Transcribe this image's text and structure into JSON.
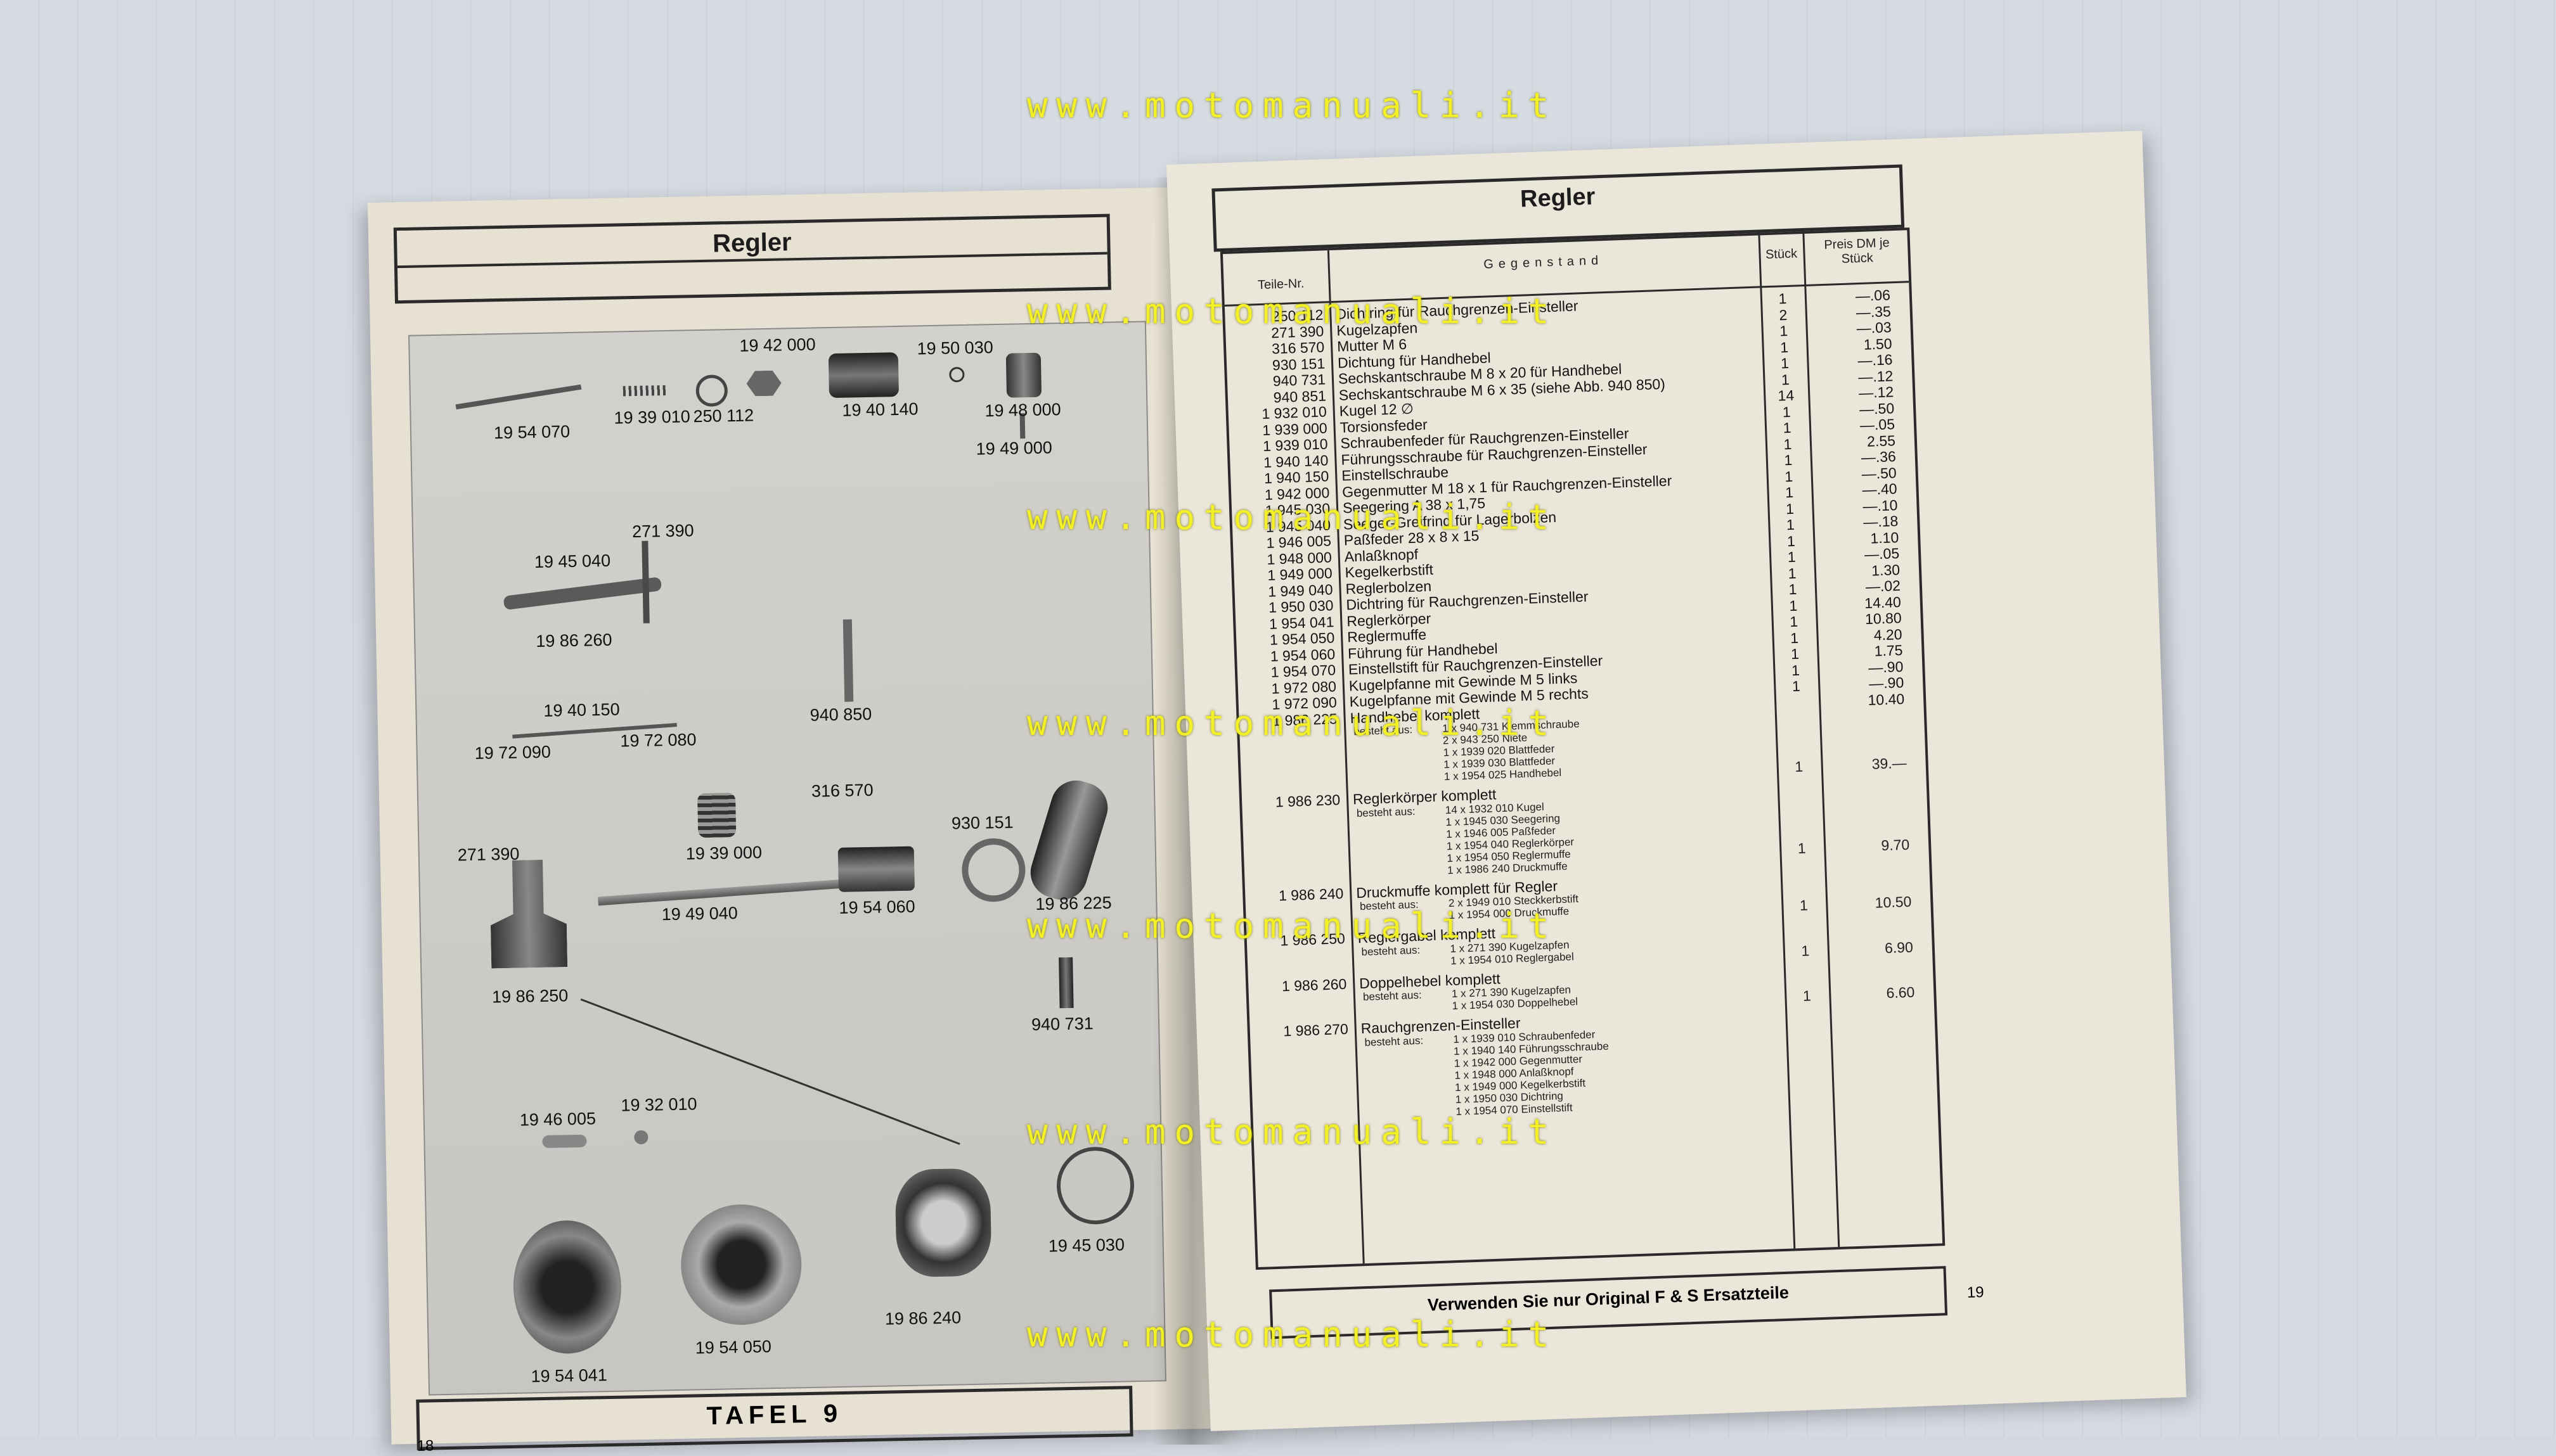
{
  "left_page": {
    "title": "Regler",
    "plate_label": "TAFEL 9",
    "page_number": "18",
    "parts": [
      {
        "id": "p1",
        "label": "19 42 000"
      },
      {
        "id": "p2",
        "label": "19 50 030"
      },
      {
        "id": "p3",
        "label": "19 54 070"
      },
      {
        "id": "p4",
        "label": "19 39 010"
      },
      {
        "id": "p5",
        "label": "250 112"
      },
      {
        "id": "p6",
        "label": "19 40 140"
      },
      {
        "id": "p7",
        "label": "19 48 000"
      },
      {
        "id": "p8",
        "label": "19 49 000"
      },
      {
        "id": "p9",
        "label": "271 390"
      },
      {
        "id": "p10",
        "label": "19 45 040"
      },
      {
        "id": "p11",
        "label": "19 86 260"
      },
      {
        "id": "p12",
        "label": "19 40 150"
      },
      {
        "id": "p13",
        "label": "19 72 090"
      },
      {
        "id": "p14",
        "label": "19 72 080"
      },
      {
        "id": "p15",
        "label": "940 850"
      },
      {
        "id": "p16",
        "label": "316 570"
      },
      {
        "id": "p17",
        "label": "19 39 000"
      },
      {
        "id": "p18",
        "label": "930 151"
      },
      {
        "id": "p19",
        "label": "271 390"
      },
      {
        "id": "p20",
        "label": "19 49 040"
      },
      {
        "id": "p21",
        "label": "19 54 060"
      },
      {
        "id": "p22",
        "label": "19 86 225"
      },
      {
        "id": "p23",
        "label": "19 86 250"
      },
      {
        "id": "p24",
        "label": "940 731"
      },
      {
        "id": "p25",
        "label": "19 46 005"
      },
      {
        "id": "p26",
        "label": "19 32 010"
      },
      {
        "id": "p27",
        "label": "19 54 041"
      },
      {
        "id": "p28",
        "label": "19 54 050"
      },
      {
        "id": "p29",
        "label": "19 86 240"
      },
      {
        "id": "p30",
        "label": "19 45 030"
      }
    ]
  },
  "right_page": {
    "title": "Regler",
    "headers": {
      "part_no": "Teile-Nr.",
      "item": "Gegenstand",
      "qty": "Stück",
      "price": "Preis DM je Stück"
    },
    "rows": [
      {
        "nr": "250 112",
        "desc": "Dichtring für Rauchgrenzen-Einsteller",
        "qty": "1",
        "price": "—.06"
      },
      {
        "nr": "271 390",
        "desc": "Kugelzapfen",
        "qty": "2",
        "price": "—.35"
      },
      {
        "nr": "316 570",
        "desc": "Mutter M 6",
        "qty": "1",
        "price": "—.03"
      },
      {
        "nr": "930 151",
        "desc": "Dichtung für Handhebel",
        "qty": "1",
        "price": "1.50"
      },
      {
        "nr": "940 731",
        "desc": "Sechskantschraube M 8 x 20 für Handhebel",
        "qty": "1",
        "price": "—.16"
      },
      {
        "nr": "940 851",
        "desc": "Sechskantschraube M 6 x 35 (siehe Abb. 940 850)",
        "qty": "1",
        "price": "—.12"
      },
      {
        "nr": "1 932 010",
        "desc": "Kugel 12 ∅",
        "qty": "14",
        "price": "—.12"
      },
      {
        "nr": "1 939 000",
        "desc": "Torsionsfeder",
        "qty": "1",
        "price": "—.50"
      },
      {
        "nr": "1 939 010",
        "desc": "Schraubenfeder für Rauchgrenzen-Einsteller",
        "qty": "1",
        "price": "—.05"
      },
      {
        "nr": "1 940 140",
        "desc": "Führungsschraube für Rauchgrenzen-Einsteller",
        "qty": "1",
        "price": "2.55"
      },
      {
        "nr": "1 940 150",
        "desc": "Einstellschraube",
        "qty": "1",
        "price": "—.36"
      },
      {
        "nr": "1 942 000",
        "desc": "Gegenmutter M 18 x 1 für Rauchgrenzen-Einsteller",
        "qty": "1",
        "price": "—.50"
      },
      {
        "nr": "1 945 030",
        "desc": "Seegering A 38 x 1,75",
        "qty": "1",
        "price": "—.40"
      },
      {
        "nr": "1 945 040",
        "desc": "Seeger-Greifring für Lagerbolzen",
        "qty": "1",
        "price": "—.10"
      },
      {
        "nr": "1 946 005",
        "desc": "Paßfeder 28 x 8 x 15",
        "qty": "1",
        "price": "—.18"
      },
      {
        "nr": "1 948 000",
        "desc": "Anlaßknopf",
        "qty": "1",
        "price": "1.10"
      },
      {
        "nr": "1 949 000",
        "desc": "Kegelkerbstift",
        "qty": "1",
        "price": "—.05"
      },
      {
        "nr": "1 949 040",
        "desc": "Reglerbolzen",
        "qty": "1",
        "price": "1.30"
      },
      {
        "nr": "1 950 030",
        "desc": "Dichtring für Rauchgrenzen-Einsteller",
        "qty": "1",
        "price": "—.02"
      },
      {
        "nr": "1 954 041",
        "desc": "Reglerkörper",
        "qty": "1",
        "price": "14.40"
      },
      {
        "nr": "1 954 050",
        "desc": "Reglermuffe",
        "qty": "1",
        "price": "10.80"
      },
      {
        "nr": "1 954 060",
        "desc": "Führung für Handhebel",
        "qty": "1",
        "price": "4.20"
      },
      {
        "nr": "1 954 070",
        "desc": "Einstellstift für Rauchgrenzen-Einsteller",
        "qty": "1",
        "price": "1.75"
      },
      {
        "nr": "1 972 080",
        "desc": "Kugelpfanne mit Gewinde M 5 links",
        "qty": "1",
        "price": "—.90"
      },
      {
        "nr": "1 972 090",
        "desc": "Kugelpfanne mit Gewinde M 5 rechts",
        "qty": "1",
        "price": "—.90"
      },
      {
        "nr": "1 986 225",
        "desc": "Handhebel komplett",
        "qty": "",
        "price": "10.40"
      }
    ],
    "assemblies": [
      {
        "nr": "1 986 225",
        "desc": "",
        "qty": "1",
        "price": "39.—",
        "label": "besteht aus:",
        "items": [
          "1 x 940 731 Klemmschraube",
          "2 x 943 250 Niete",
          "1 x 1939 020 Blattfeder",
          "1 x 1939 030 Blattfeder",
          "1 x 1954 025 Handhebel"
        ]
      },
      {
        "nr": "1 986 230",
        "desc": "Reglerkörper komplett",
        "qty": "1",
        "price": "9.70",
        "label": "besteht aus:",
        "items": [
          "14 x 1932 010 Kugel",
          "1 x 1945 030 Seegering",
          "1 x 1946 005 Paßfeder",
          "1 x 1954 040 Reglerkörper",
          "1 x 1954 050 Reglermuffe",
          "1 x 1986 240 Druckmuffe"
        ]
      },
      {
        "nr": "1 986 240",
        "desc": "Druckmuffe komplett für Regler",
        "qty": "1",
        "price": "10.50",
        "label": "besteht aus:",
        "items": [
          "2 x 1949 010 Steckkerbstift",
          "1 x 1954 000 Druckmuffe"
        ]
      },
      {
        "nr": "1 986 250",
        "desc": "Reglergabel komplett",
        "qty": "1",
        "price": "6.90",
        "label": "besteht aus:",
        "items": [
          "1 x 271 390 Kugelzapfen",
          "1 x 1954 010 Reglergabel"
        ]
      },
      {
        "nr": "1 986 260",
        "desc": "Doppelhebel komplett",
        "qty": "1",
        "price": "6.60",
        "label": "besteht aus:",
        "items": [
          "1 x 271 390 Kugelzapfen",
          "1 x 1954 030 Doppelhebel"
        ]
      },
      {
        "nr": "1 986 270",
        "desc": "Rauchgrenzen-Einsteller",
        "qty": "",
        "price": "",
        "label": "besteht aus:",
        "items": [
          "1 x 1939 010 Schraubenfeder",
          "1 x 1940 140 Führungsschraube",
          "1 x 1942 000 Gegenmutter",
          "1 x 1948 000 Anlaßknopf",
          "1 x 1949 000 Kegelkerbstift",
          "1 x 1950 030 Dichtring",
          "1 x 1954 070 Einstellstift"
        ]
      }
    ],
    "footer": "Verwenden Sie nur Original F & S Ersatzteile",
    "page_number": "19"
  },
  "watermark": "www.motomanuali.it"
}
